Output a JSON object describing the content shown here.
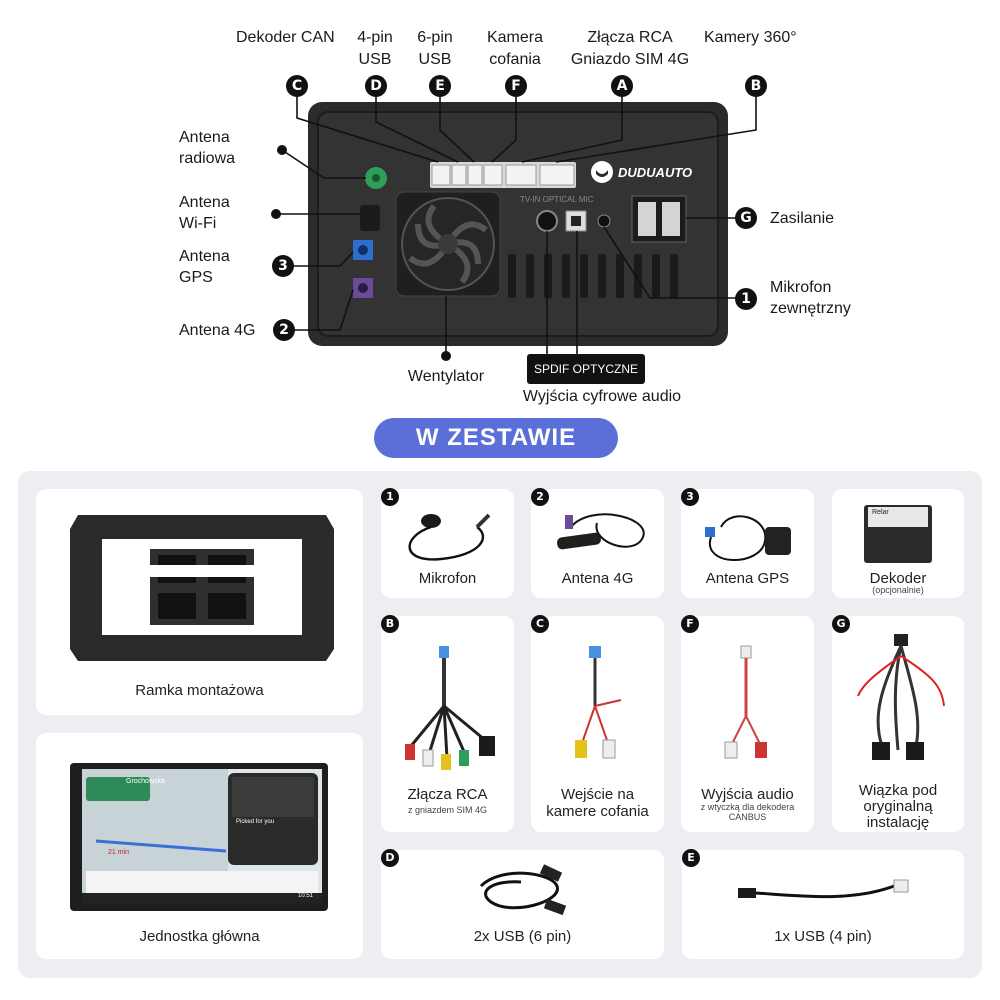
{
  "top_labels": {
    "can_decoder": "Dekoder CAN",
    "usb4_line1": "4-pin",
    "usb4_line2": "USB",
    "usb6_line1": "6-pin",
    "usb6_line2": "USB",
    "camera_line1": "Kamera",
    "camera_line2": "cofania",
    "rca_line1": "Złącza RCA",
    "rca_line2": "Gniazdo SIM 4G",
    "cam360": "Kamery 360°"
  },
  "side_labels": {
    "radio_line1": "Antena",
    "radio_line2": "radiowa",
    "wifi_line1": "Antena",
    "wifi_line2": "Wi-Fi",
    "gps_line1": "Antena",
    "gps_line2": "GPS",
    "lte": "Antena 4G",
    "power": "Zasilanie",
    "mic_line1": "Mikrofon",
    "mic_line2": "zewnętrzny",
    "fan": "Wentylator",
    "spdif": "SPDIF OPTYCZNE",
    "digital_out": "Wyjścia cyfrowe audio"
  },
  "badges": {
    "C": "C",
    "D": "D",
    "E": "E",
    "F": "F",
    "A": "A",
    "B": "B",
    "G": "G",
    "one": "1",
    "two": "2",
    "three": "3"
  },
  "unit": {
    "brand": "DUDUAUTO",
    "port_label": "TV-IN OPTICAL MIC"
  },
  "kit_title": "W ZESTAWIE",
  "kit": {
    "frame": {
      "title": "Ramka montażowa"
    },
    "head_unit": {
      "title": "Jednostka główna",
      "screen_street": "Grochowska",
      "screen_eta": "21 min",
      "screen_picked": "Picked for you",
      "screen_clock": "10:51"
    },
    "mic": {
      "badge": "1",
      "title": "Mikrofon"
    },
    "lte": {
      "badge": "2",
      "title": "Antena 4G"
    },
    "gps": {
      "badge": "3",
      "title": "Antena GPS"
    },
    "decoder": {
      "title": "Dekoder",
      "sub": "(opcjonalnie)",
      "box_text": "Relar"
    },
    "rca": {
      "badge": "B",
      "title": "Złącza RCA",
      "sub": "z gniazdem SIM 4G"
    },
    "camera": {
      "badge": "C",
      "title_line1": "Wejście na",
      "title_line2": "kamere cofania"
    },
    "audio": {
      "badge": "F",
      "title": "Wyjścia audio",
      "sub_line1": "z wtyczką dla dekodera",
      "sub_line2": "CANBUS"
    },
    "harness": {
      "badge": "G",
      "title_line1": "Wiązka pod",
      "title_line2": "oryginalną",
      "title_line3": "instalację"
    },
    "usb6": {
      "badge": "D",
      "title": "2x USB (6 pin)"
    },
    "usb4": {
      "badge": "E",
      "title": "1x USB (4 pin)"
    }
  },
  "colors": {
    "accent": "#5b6fd9",
    "panel": "#eceef2",
    "unit_body": "#2b2b2b",
    "radio_connector": "#2e9e5a",
    "gps_connector": "#2d6fd0",
    "lte_connector": "#6a4a9a"
  }
}
